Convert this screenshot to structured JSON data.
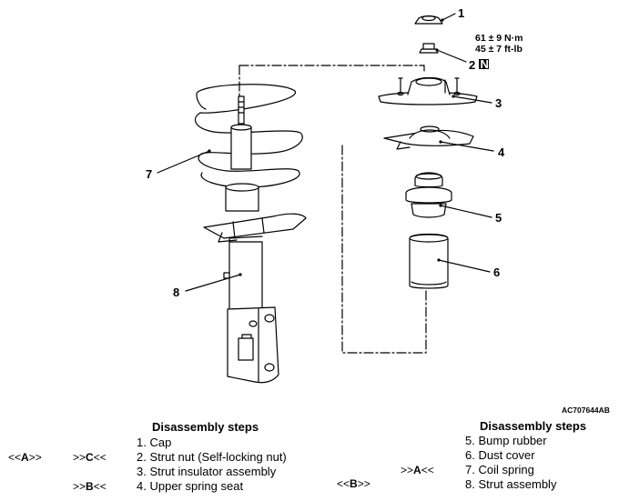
{
  "figure_id": "AC707644AB",
  "torque": {
    "line1": "61 ± 9 N·m",
    "line2": "45 ± 7 ft-lb"
  },
  "callouts": [
    "1",
    "2",
    "3",
    "4",
    "5",
    "6",
    "7",
    "8"
  ],
  "n_badge": "N",
  "left_panel": {
    "title": "Disassembly steps",
    "steps": [
      {
        "num": "1.",
        "text": "Cap"
      },
      {
        "num": "2.",
        "text": "Strut nut (Self-locking nut)"
      },
      {
        "num": "3.",
        "text": "Strut insulator assembly"
      },
      {
        "num": "4.",
        "text": "Upper spring seat"
      }
    ],
    "refs": [
      {
        "open": "<<",
        "letter": "A",
        "close": ">>"
      },
      {
        "open": ">>",
        "letter": "C",
        "close": "<<"
      },
      {
        "open": ">>",
        "letter": "B",
        "close": "<<"
      }
    ]
  },
  "right_panel": {
    "title": "Disassembly steps",
    "steps": [
      {
        "num": "5.",
        "text": "Bump rubber"
      },
      {
        "num": "6.",
        "text": "Dust cover"
      },
      {
        "num": "7.",
        "text": "Coil spring"
      },
      {
        "num": "8.",
        "text": "Strut assembly"
      }
    ],
    "refs": [
      {
        "open": ">>",
        "letter": "A",
        "close": "<<"
      },
      {
        "open": "<<",
        "letter": "B",
        "close": ">>"
      }
    ]
  }
}
